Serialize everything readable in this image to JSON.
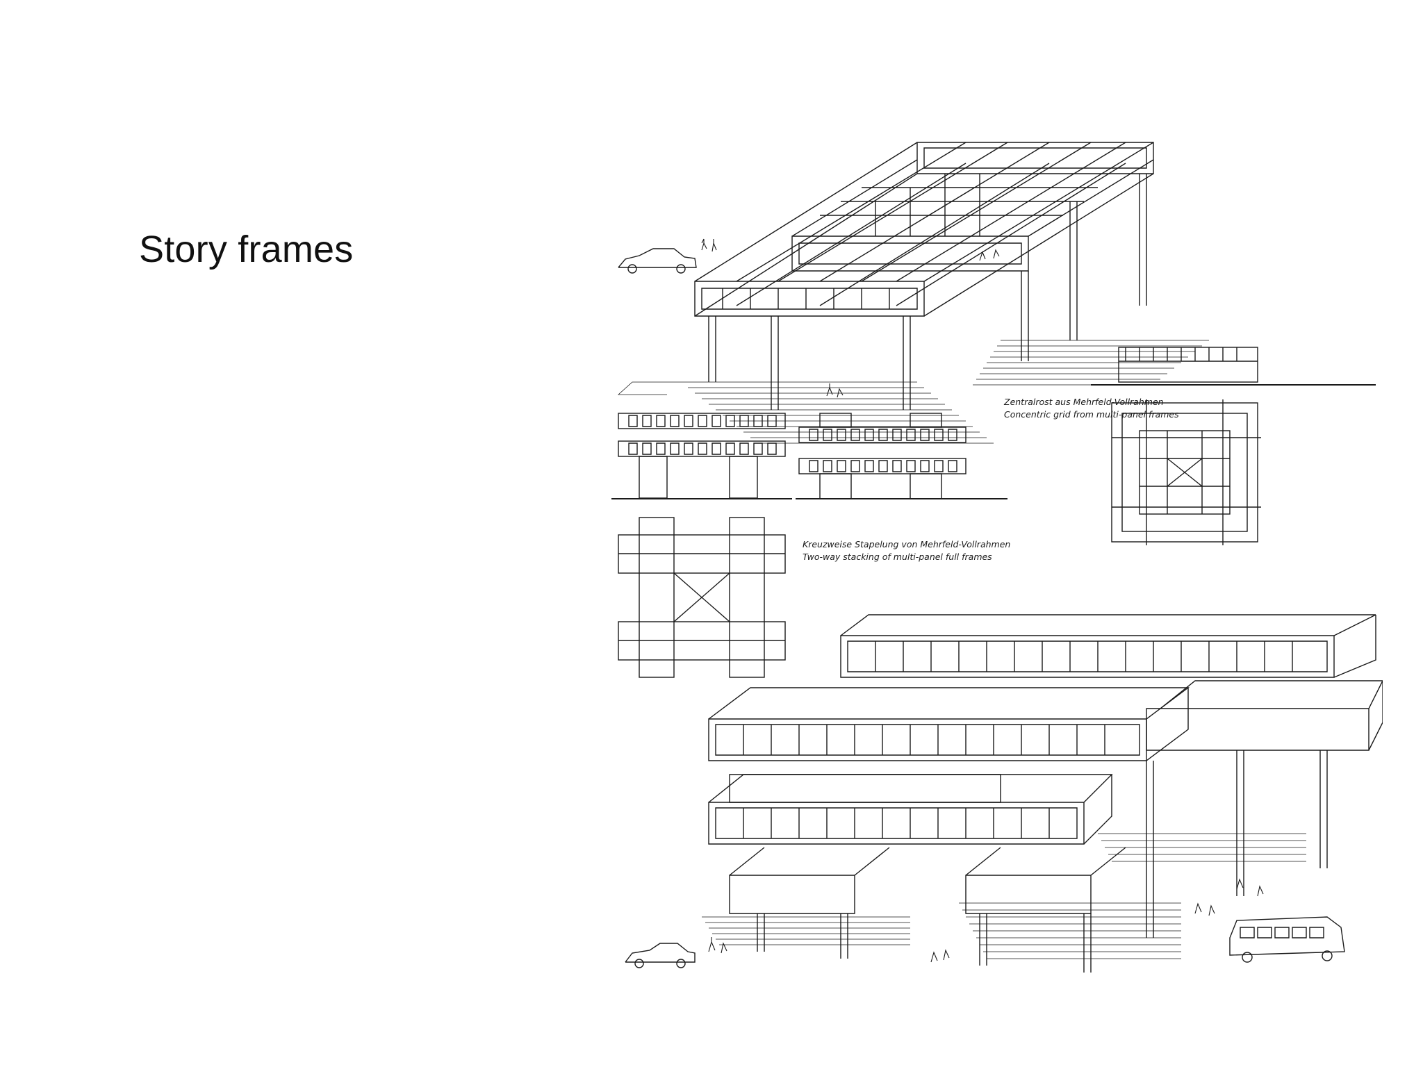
{
  "slide": {
    "title": "Story frames"
  },
  "figure": {
    "caption_concentric_de": "Zentralrost aus Mehrfeld-Vollrahmen",
    "caption_concentric_en": "Concentric grid from multi-panel frames",
    "caption_twoway_de": "Kreuzweise Stapelung von Mehrfeld-Vollrahmen",
    "caption_twoway_en": "Two-way stacking of multi-panel full frames"
  },
  "colors": {
    "ink": "#1a1a1a",
    "background": "#ffffff"
  }
}
